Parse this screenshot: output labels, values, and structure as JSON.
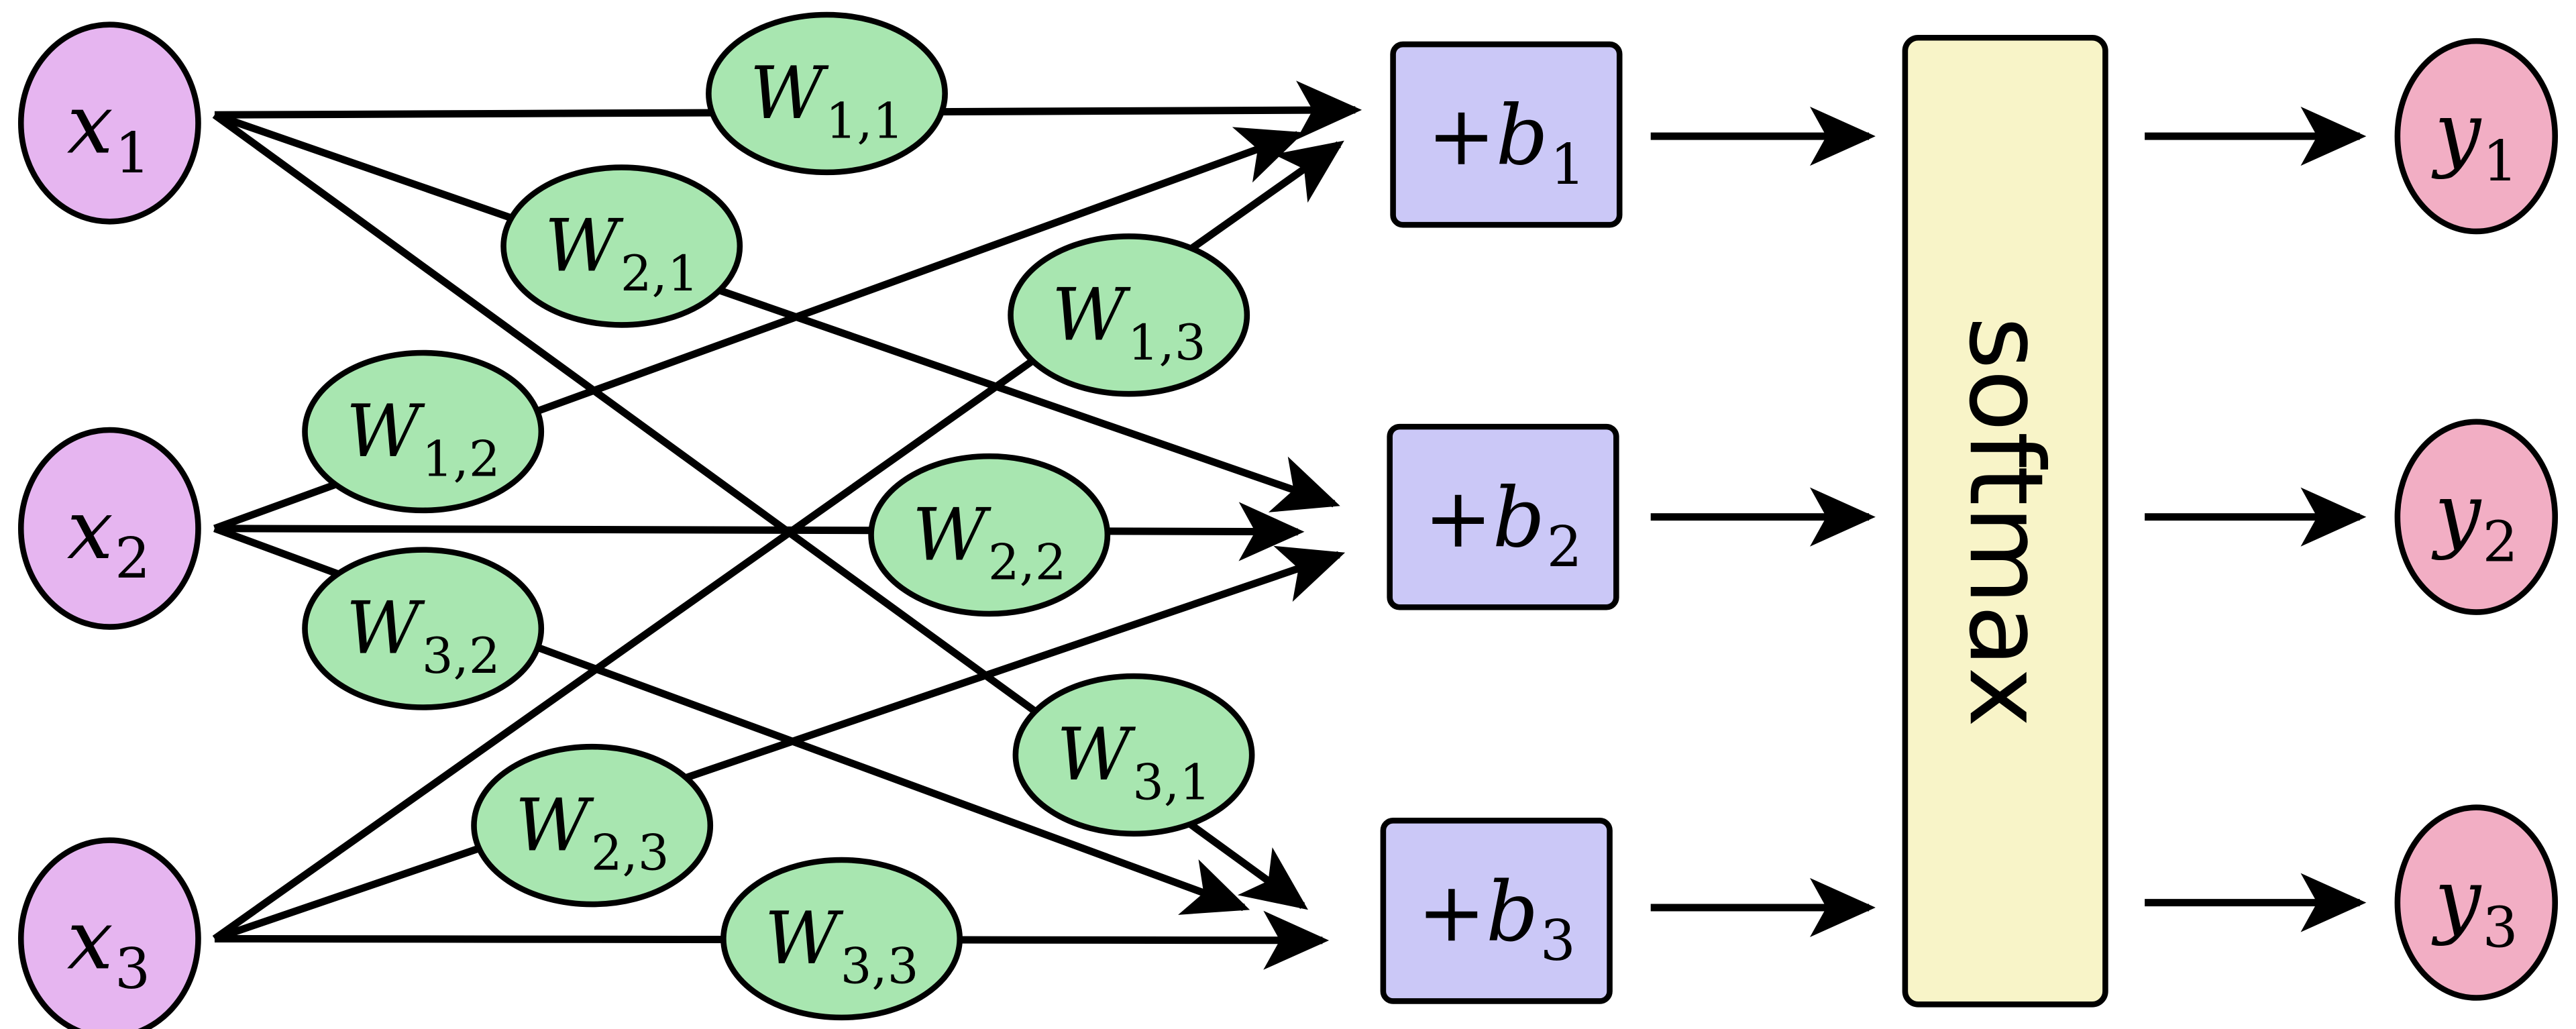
{
  "colors": {
    "input": "#e6b5f0",
    "weight": "#a8e6b0",
    "bias": "#cbc8f7",
    "softmax": "#f8f4c8",
    "output": "#f2aec4"
  },
  "inputs": [
    {
      "symbol": "x",
      "sub": "1"
    },
    {
      "symbol": "x",
      "sub": "2"
    },
    {
      "symbol": "x",
      "sub": "3"
    }
  ],
  "weights": {
    "w11": {
      "symbol": "W",
      "sub": "1,1"
    },
    "w21": {
      "symbol": "W",
      "sub": "2,1"
    },
    "w31": {
      "symbol": "W",
      "sub": "3,1"
    },
    "w12": {
      "symbol": "W",
      "sub": "1,2"
    },
    "w22": {
      "symbol": "W",
      "sub": "2,2"
    },
    "w32": {
      "symbol": "W",
      "sub": "3,2"
    },
    "w13": {
      "symbol": "W",
      "sub": "1,3"
    },
    "w23": {
      "symbol": "W",
      "sub": "2,3"
    },
    "w33": {
      "symbol": "W",
      "sub": "3,3"
    }
  },
  "biases": [
    {
      "symbol": "+b",
      "sub": "1"
    },
    {
      "symbol": "+b",
      "sub": "2"
    },
    {
      "symbol": "+b",
      "sub": "3"
    }
  ],
  "softmax": {
    "label": "softmax"
  },
  "outputs": [
    {
      "symbol": "y",
      "sub": "1"
    },
    {
      "symbol": "y",
      "sub": "2"
    },
    {
      "symbol": "y",
      "sub": "3"
    }
  ]
}
